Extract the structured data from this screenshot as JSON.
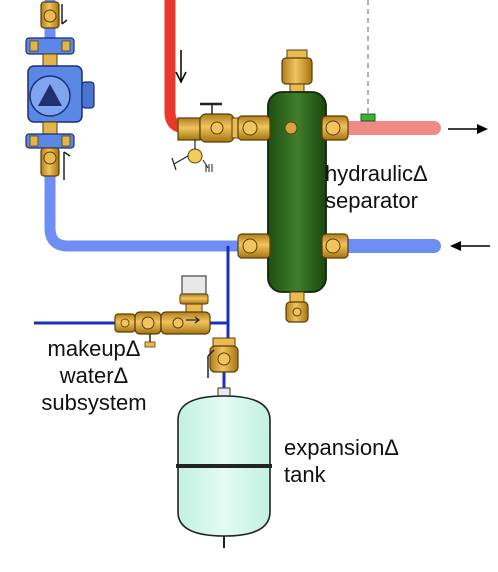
{
  "labels": {
    "separator_line1": "hydraulicΔ",
    "separator_line2": "separator",
    "makeup_line1": "makeupΔ",
    "makeup_line2": "waterΔ",
    "makeup_line3": "subsystem",
    "tank_line1": "expansionΔ",
    "tank_line2": "tank"
  },
  "colors": {
    "supply_pipe": "#e8392b",
    "supply_pipe_light": "#f08a86",
    "return_pipe": "#6f8ef5",
    "makeup_line": "#1a2fbf",
    "separator_body": "#2f6b1f",
    "separator_outline": "#0f2a08",
    "brass": "#d9a53a",
    "brass_dark": "#8a6212",
    "pump_body": "#5b88e6",
    "pump_triangle": "#20306f",
    "tank_fill": "#cff7ea",
    "pressure_gauge": "#e8e8e8"
  },
  "icons": {
    "circulator_pump": "pump-icon",
    "flow_arrow_out": "arrow-right-icon",
    "flow_arrow_in": "arrow-left-icon",
    "flow_arrow_down": "arrow-down-icon",
    "air_vent": "air-vent-icon",
    "drain_valve": "drain-valve-icon",
    "pressure_reducing_valve": "pressure-reducing-valve-icon",
    "isolation_valve": "ball-valve-icon",
    "sensor": "sensor-icon"
  }
}
